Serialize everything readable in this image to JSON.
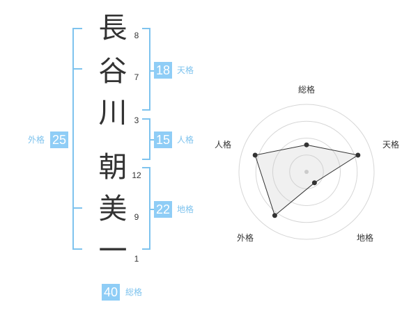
{
  "name": {
    "chars": [
      {
        "char": "長",
        "strokes": "8"
      },
      {
        "char": "谷",
        "strokes": "7"
      },
      {
        "char": "川",
        "strokes": "3"
      },
      {
        "char": "朝",
        "strokes": "12"
      },
      {
        "char": "美",
        "strokes": "9"
      },
      {
        "char": "一",
        "strokes": "1"
      }
    ]
  },
  "scores": {
    "tenkaku": {
      "value": "18",
      "label": "天格"
    },
    "jinkaku": {
      "value": "15",
      "label": "人格"
    },
    "chikaku": {
      "value": "22",
      "label": "地格"
    },
    "gaikaku": {
      "value": "25",
      "label": "外格"
    },
    "soukaku": {
      "value": "40",
      "label": "総格"
    }
  },
  "colors": {
    "accent": "#8fcdf6",
    "bracket": "#7ec3ee",
    "text": "#333333"
  },
  "chart_data": {
    "type": "radar",
    "axes": [
      "総格",
      "天格",
      "地格",
      "外格",
      "人格"
    ],
    "values": [
      2,
      4,
      1,
      4,
      4
    ],
    "max": 5
  }
}
